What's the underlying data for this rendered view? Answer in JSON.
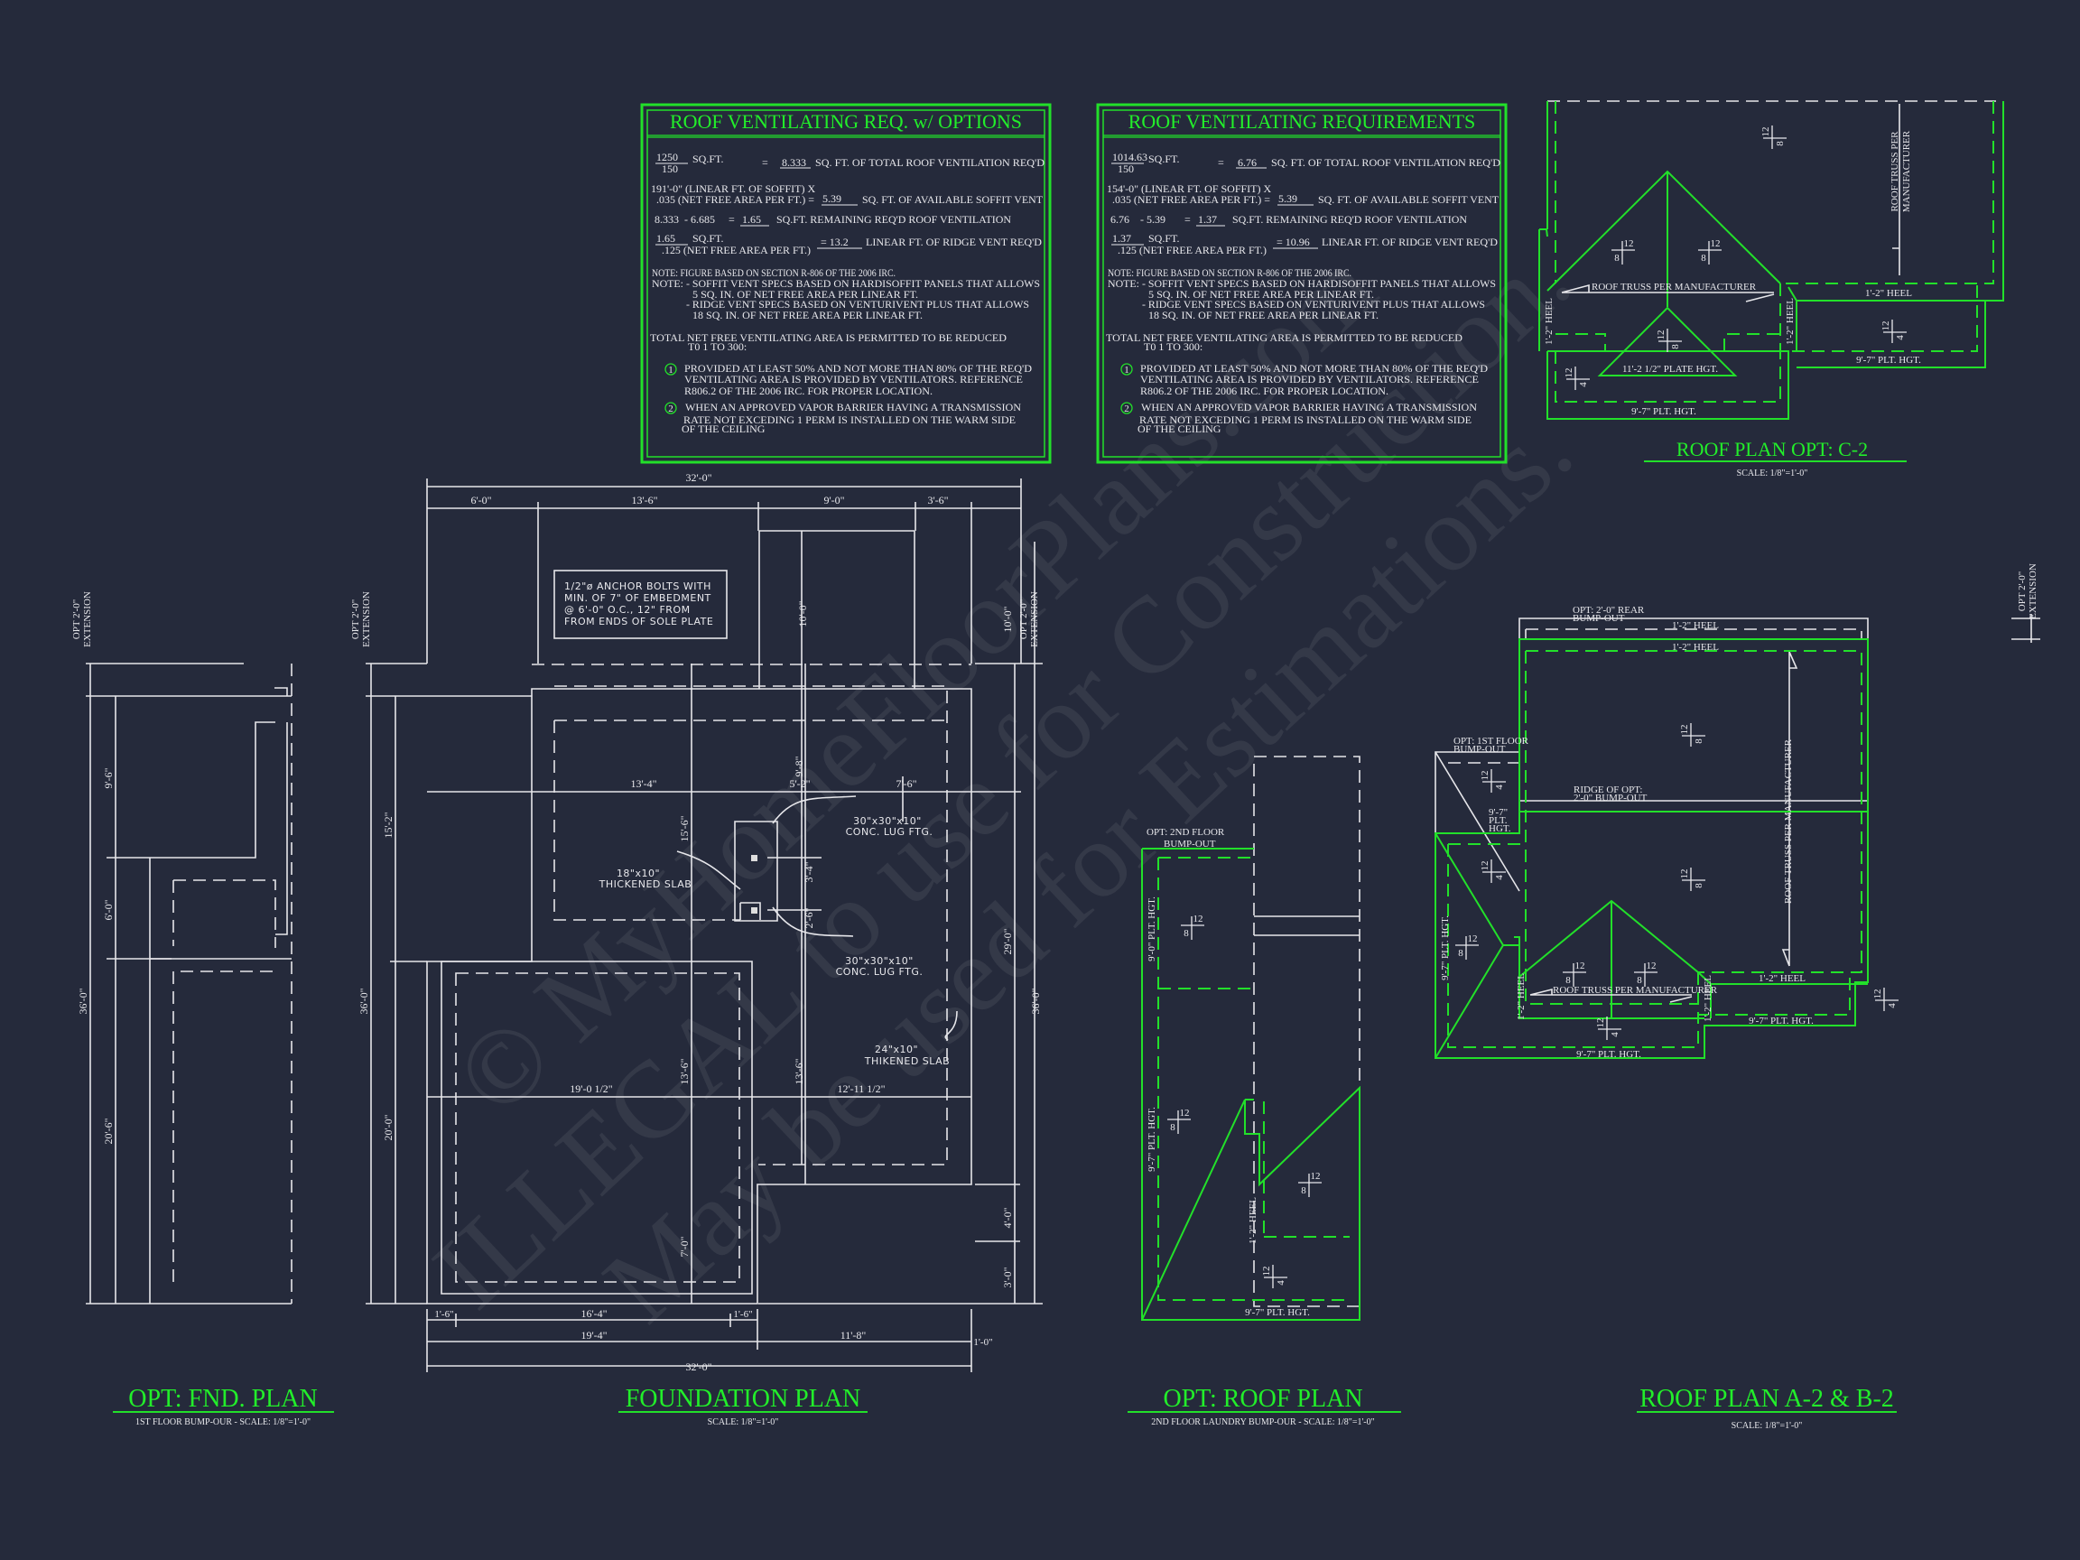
{
  "colors": {
    "background": "#252a3b",
    "accent_green": "#22ee2a",
    "line_white": "#e6e6ea"
  },
  "watermark": [
    "© MyHomeFloorPlans.com",
    "ILLEGAL to use for Construction.",
    "May be used for Estimations."
  ],
  "pitch": {
    "run": "12",
    "rise_8": "8",
    "rise_4": "4"
  },
  "tables": [
    {
      "title": "ROOF VENTILATING REQ. w/ OPTIONS",
      "calc": {
        "area": "1250",
        "divisor": "150",
        "unit": "SQ.FT.",
        "eq": "=",
        "total": "8.333",
        "total_label": "SQ. FT. OF TOTAL ROOF VENTILATION REQ'D",
        "soffit_line1": "191'-0\" (LINEAR FT. OF SOFFIT) X",
        "soffit_line2": ".035 (NET FREE AREA PER FT.) =",
        "soffit_value": "5.39",
        "soffit_label": "SQ. FT. OF AVAILABLE SOFFIT VENT",
        "remain_a": "8.333",
        "remain_b": "- 6.685",
        "remain_eq": "=",
        "remain_value": "1.65",
        "remain_label": "SQ.FT. REMAINING REQ'D ROOF VENTILATION",
        "ridge_num": "1.65",
        "ridge_unit": "SQ.FT.",
        "ridge_den": ".125 (NET FREE AREA PER FT.)",
        "ridge_value": "= 13.2",
        "ridge_label": "LINEAR FT. OF RIDGE VENT REQ'D"
      },
      "notes": [
        "NOTE: FIGURE BASED ON SECTION R-806 OF THE 2006 IRC.",
        "NOTE: - SOFFIT VENT SPECS BASED ON HARDISOFFIT PANELS THAT ALLOWS",
        "5 SQ. IN. OF NET FREE AREA PER LINEAR FT.",
        "- RIDGE VENT SPECS BASED ON VENTURIVENT PLUS THAT ALLOWS",
        "18 SQ. IN. OF NET FREE AREA PER LINEAR FT.",
        "TOTAL NET FREE VENTILATING AREA IS PERMITTED TO BE REDUCED",
        "T0 1 TO 300:"
      ],
      "items": [
        {
          "num": "1",
          "lines": [
            "PROVIDED AT LEAST 50% AND NOT MORE THAN 80% OF THE REQ'D",
            "VENTILATING AREA IS PROVIDED BY VENTILATORS.  REFERENCE",
            "R806.2  OF THE 2006 IRC. FOR PROPER LOCATION."
          ]
        },
        {
          "num": "2",
          "lines": [
            "WHEN AN APPROVED VAPOR BARRIER HAVING A TRANSMISSION",
            "RATE NOT EXCEDING 1 PERM IS INSTALLED ON THE WARM SIDE",
            "OF THE CEILING"
          ]
        }
      ]
    },
    {
      "title": "ROOF VENTILATING REQUIREMENTS",
      "calc": {
        "area": "1014.63",
        "divisor": "150",
        "unit": "SQ.FT.",
        "eq": "=",
        "total": "6.76",
        "total_label": "SQ. FT. OF TOTAL ROOF VENTILATION REQ'D",
        "soffit_line1": "154'-0\" (LINEAR FT. OF SOFFIT) X",
        "soffit_line2": ".035 (NET FREE AREA PER FT.) =",
        "soffit_value": "5.39",
        "soffit_label": "SQ. FT. OF AVAILABLE SOFFIT VENT",
        "remain_a": "6.76",
        "remain_b": "- 5.39",
        "remain_eq": "=",
        "remain_value": "1.37",
        "remain_label": "SQ.FT. REMAINING REQ'D ROOF VENTILATION",
        "ridge_num": "1.37",
        "ridge_unit": "SQ.FT.",
        "ridge_den": ".125 (NET FREE AREA PER FT.)",
        "ridge_value": "= 10.96",
        "ridge_label": "LINEAR FT. OF RIDGE VENT REQ'D"
      },
      "notes": [
        "NOTE: FIGURE BASED ON SECTION R-806 OF THE 2006 IRC.",
        "NOTE: - SOFFIT VENT SPECS BASED ON HARDISOFFIT PANELS THAT ALLOWS",
        "5 SQ. IN. OF NET FREE AREA PER LINEAR FT.",
        "- RIDGE VENT SPECS BASED ON VENTURIVENT PLUS THAT ALLOWS",
        "18 SQ. IN. OF NET FREE AREA PER LINEAR FT.",
        "TOTAL NET FREE VENTILATING AREA IS PERMITTED TO BE REDUCED",
        "T0 1 TO 300:"
      ],
      "items": [
        {
          "num": "1",
          "lines": [
            "PROVIDED AT LEAST 50% AND NOT MORE THAN 80% OF THE REQ'D",
            "VENTILATING AREA IS PROVIDED BY VENTILATORS.  REFERENCE",
            "R806.2  OF THE 2006 IRC. FOR PROPER LOCATION."
          ]
        },
        {
          "num": "2",
          "lines": [
            "WHEN AN APPROVED VAPOR BARRIER HAVING A TRANSMISSION",
            "RATE NOT EXCEDING 1 PERM IS INSTALLED ON THE WARM SIDE",
            "OF THE CEILING"
          ]
        }
      ]
    }
  ],
  "foundation": {
    "title": "FOUNDATION PLAN",
    "scale": "SCALE: 1/8\"=1'-0\"",
    "overall_top": "32'-0\"",
    "top_segments": [
      "6'-0\"",
      "13'-6\"",
      "9'-0\"",
      "3'-6\""
    ],
    "anchor_note": [
      "1/2\"ø ANCHOR BOLTS WITH",
      "MIN. OF 7\" OF EMBEDMENT",
      "@ 6'-0\" O.C., 12\" FROM",
      "FROM ENDS OF SOLE PLATE"
    ],
    "dims": {
      "d10_0": "10'-0\"",
      "d13_4": "13'-4\"",
      "d5_2": "5'-2\"",
      "d7_6": "7'-6\"",
      "d15_6": "15'-6\"",
      "d9_8": "9'-8\"",
      "d3_4": "3'-4\"",
      "d2_6": "2'-6\"",
      "d19_0": "19'-0 1/2\"",
      "d12_11": "12'-11 1/2\"",
      "d13_6a": "13'-6\"",
      "d13_6b": "13'-6\"",
      "d7_0": "7'-0\"",
      "d4_0": "4'-0\"",
      "d3_0": "3'-0\"",
      "r10_0": "10'-0\"",
      "r29_0": "29'-0\"",
      "r36_0": "36'-0\"",
      "l15_2": "15'-2\"",
      "l36_0": "36'-0\"",
      "l20_0": "20'-0\"",
      "b1_6a": "1'-6\"",
      "b16_4": "16'-4\"",
      "b1_6b": "1'-6\"",
      "b19_4": "19'-4\"",
      "b11_8": "11'-8\"",
      "b32_0": "32'-0\"",
      "b1_0": "1'-0\""
    },
    "ext_label": [
      "OPT 2'-0\"",
      "EXTENSION"
    ],
    "callouts": {
      "lug1": [
        "30\"x30\"x10\"",
        "CONC. LUG FTG."
      ],
      "lug2": [
        "30\"x30\"x10\"",
        "CONC. LUG FTG."
      ],
      "slab18": [
        "18\"x10\"",
        "THICKENED SLAB"
      ],
      "slab24": [
        "24\"x10\"",
        "THIKENED SLAB"
      ]
    }
  },
  "opt_fnd": {
    "title": "OPT: FND. PLAN",
    "subtitle": "1ST FLOOR  BUMP-OUR - SCALE: 1/8\"=1'-0\"",
    "ext_label": [
      "OPT 2'-0\"",
      "EXTENSION"
    ],
    "dims": [
      "9'-6\"",
      "6'-0\"",
      "36'-0\"",
      "20'-6\""
    ]
  },
  "opt_roof": {
    "title": "OPT: ROOF PLAN",
    "subtitle": "2ND FLOOR LAUNDRY BUMP-OUR - SCALE: 1/8\"=1'-0\"",
    "bumpout": [
      "OPT: 2ND FLOOR",
      "BUMP-OUT"
    ],
    "plt_9_0": "9'-0\" PLT. HGT.",
    "plt_9_7_side": "9'-7\" PLT. HGT.",
    "heel": "1'-2\" HEEL",
    "plt_9_7_bottom": "9'-7\" PLT. HGT."
  },
  "roof_c2": {
    "title": "ROOF PLAN  OPT: C-2",
    "scale": "SCALE: 1/8\"=1'-0\"",
    "truss": "ROOF TRUSS PER MANUFACTURER",
    "truss_vertical": [
      "ROOF TRUSS PER",
      "MANUFACTURER"
    ],
    "heel_right": "1'-2\" HEEL",
    "heel_left": "1'-2\" HEEL",
    "heel_mid": "1'-2\" HEEL",
    "plate": "11'-2 1/2\" PLATE HGT.",
    "plt_right": "9'-7\" PLT. HGT.",
    "plt_bottom": "9'-7\" PLT. HGT."
  },
  "roof_a2": {
    "title": "ROOF PLAN  A-2 & B-2",
    "scale": "SCALE: 1/8\"=1'-0\"",
    "rear_bumpout": [
      "OPT: 2'-0\" REAR",
      "BUMP-OUT"
    ],
    "heel_top1": "1'-2\" HEEL",
    "heel_top2": "1'-2\" HEEL",
    "floor_bumpout": [
      "OPT: 1ST FLOOR",
      "BUMP-OUT"
    ],
    "ridge_opt": [
      "RIDGE OF OPT:",
      "2'-0\" BUMP-OUT"
    ],
    "plt_stack": [
      "9'-7\"",
      "PLT.",
      "HGT."
    ],
    "truss_vertical": "ROOF TRUSS PER MANUFACTURER",
    "plt_left": "9'-7\" PLT. HGT.",
    "heel_right": "1'-2\" HEEL",
    "truss": "ROOF TRUSS PER MANUFACTURER",
    "heel_left": "1'-2\" HEEL",
    "heel_mid": "1'-2\" HEEL",
    "plt_right": "9'-7\" PLT. HGT.",
    "plt_bottom": "9'-7\" PLT. HGT.",
    "ext_label": [
      "OPT 2'-0\"",
      "EXTENSION"
    ]
  }
}
